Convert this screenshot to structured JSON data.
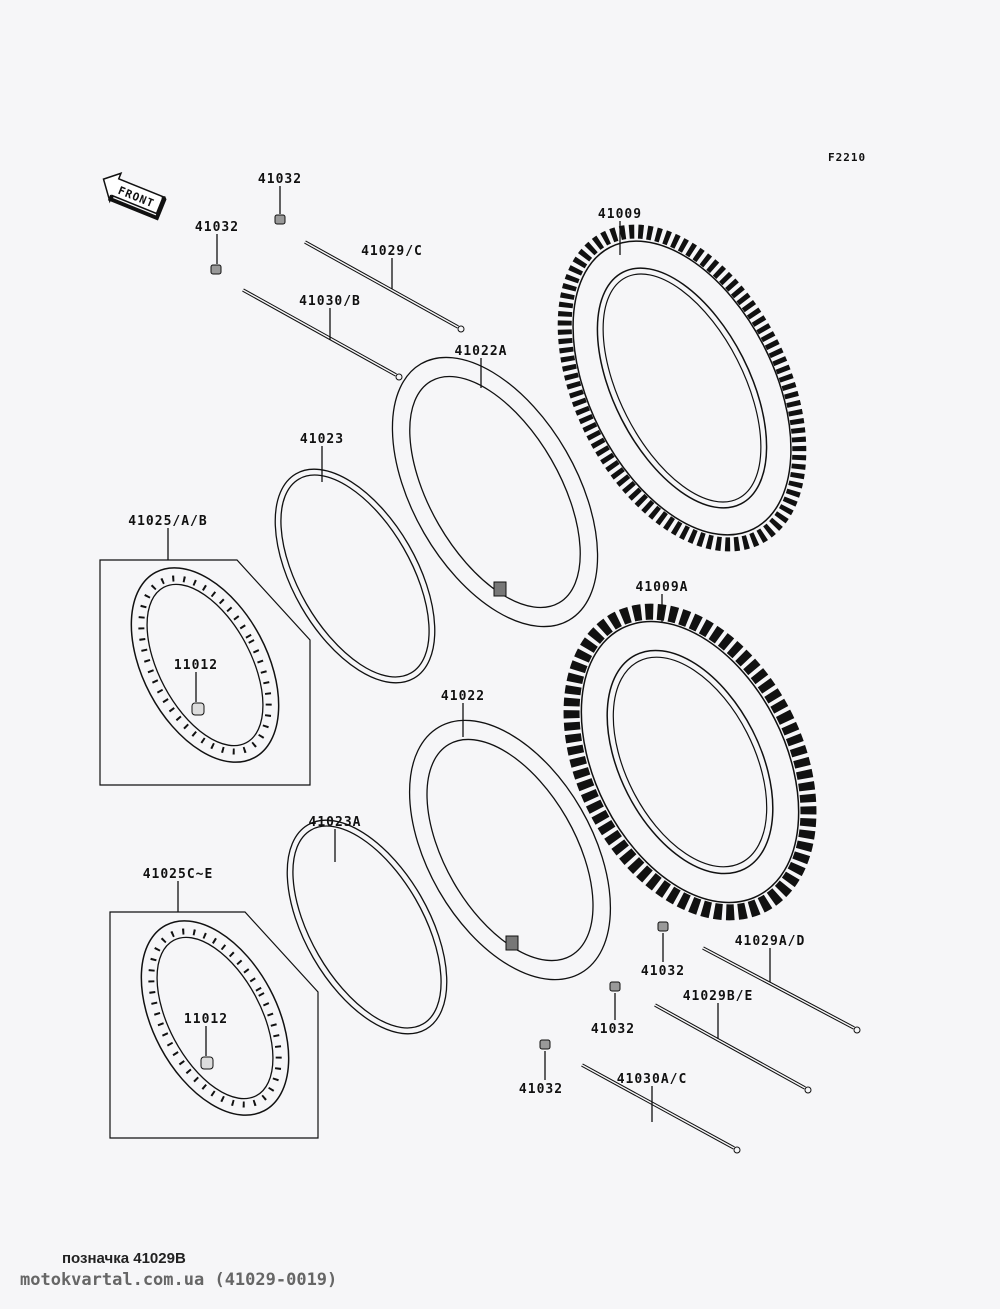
{
  "diagram_code": "F2210",
  "front_arrow": "FRONT",
  "labels": {
    "valve_top_1": "41032",
    "valve_top_2": "41032",
    "spoke_29c": "41029/C",
    "spoke_30b": "41030/B",
    "tube_22a": "41022A",
    "rimband_23": "41023",
    "rim_25ab": "41025/A/B",
    "nipple_1": "11012",
    "tire_09": "41009",
    "tire_09a": "41009A",
    "tube_22": "41022",
    "rimband_23a": "41023A",
    "rim_25ce": "41025C~E",
    "nipple_2": "11012",
    "valve_bot_1": "41032",
    "spoke_29ad": "41029A/D",
    "valve_bot_2": "41032",
    "spoke_29be": "41029B/E",
    "valve_bot_3": "41032",
    "spoke_30ac": "41030A/C"
  },
  "caption": "позначка 41029B",
  "site": "motokvartal.com.ua (41029-0019)"
}
